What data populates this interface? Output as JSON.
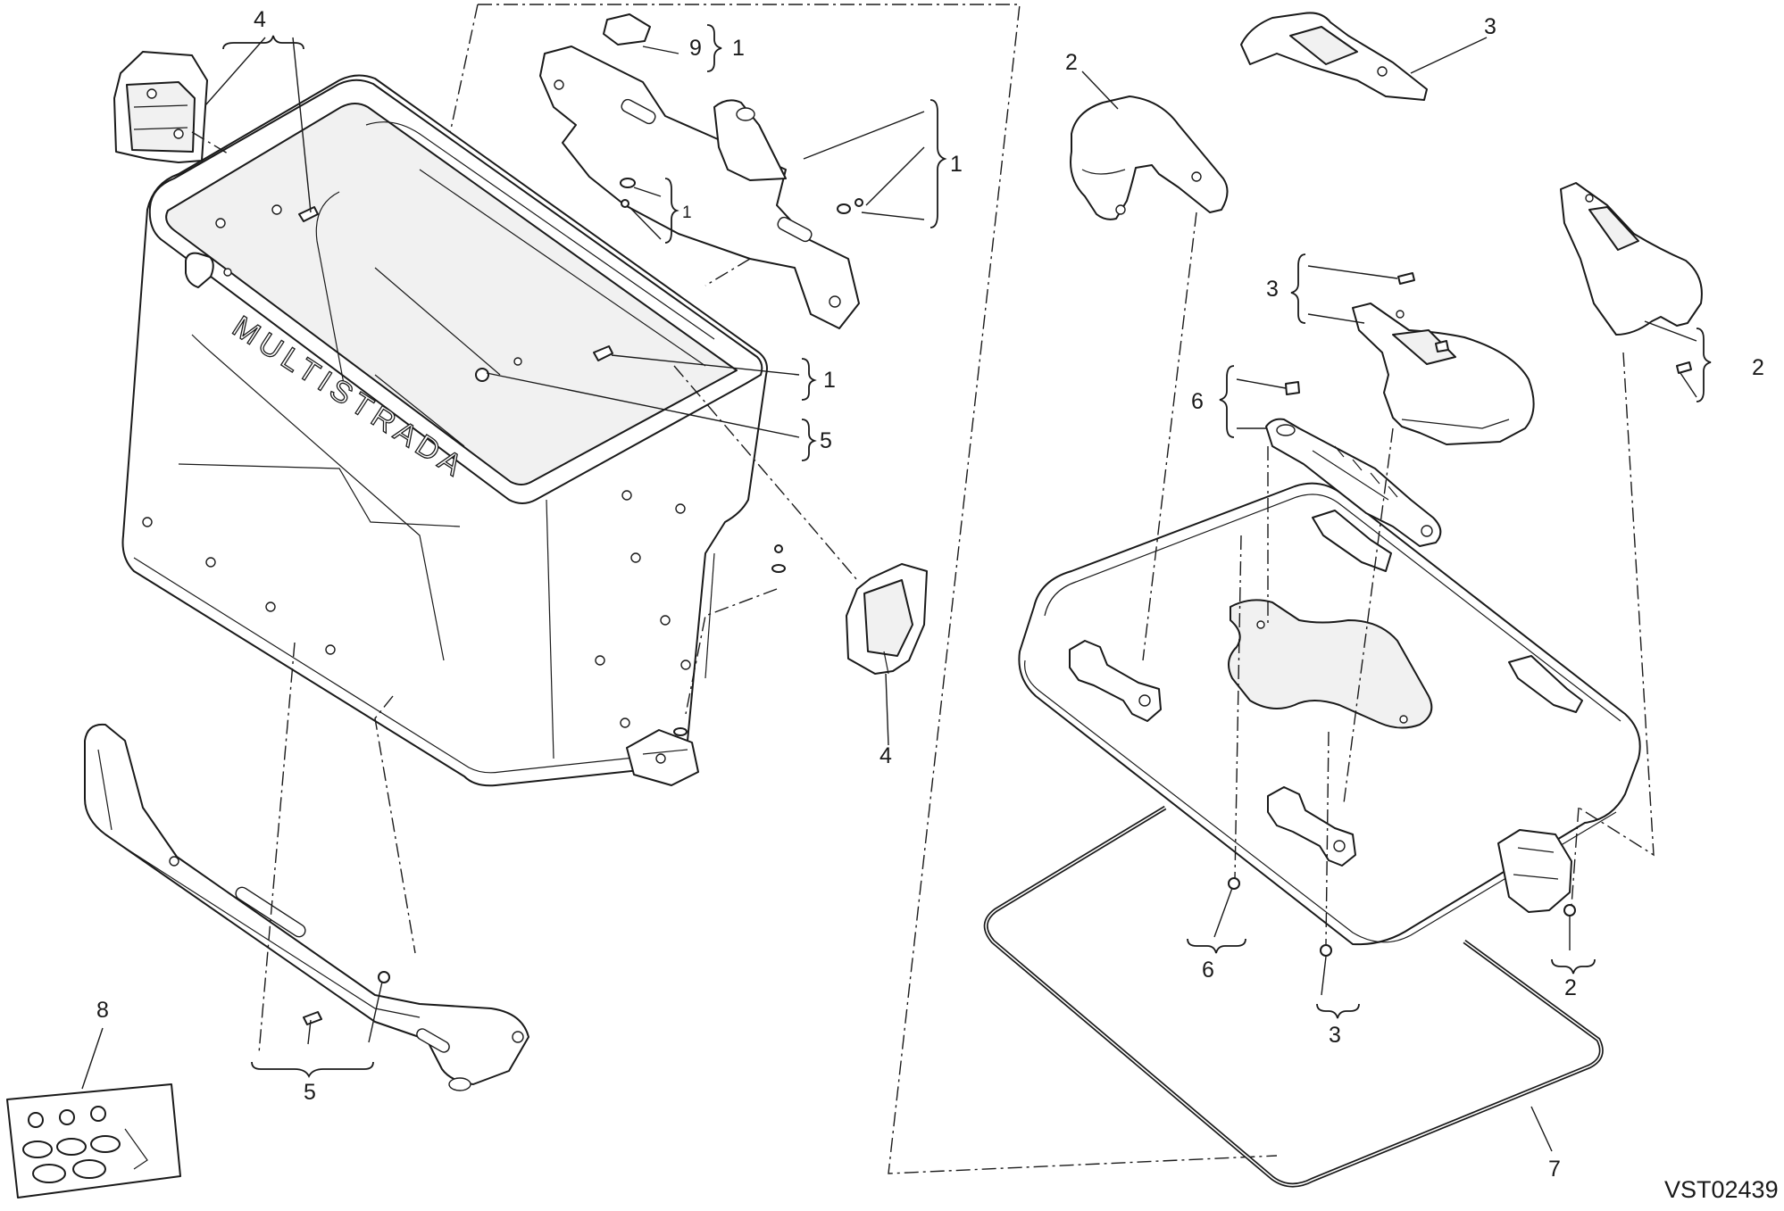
{
  "drawing_code": "VST02439",
  "callouts": {
    "c4_top_left": "4",
    "c9": "9",
    "c1_top": "1",
    "c1_right_bracket": "1",
    "c1_small_bracket": "1",
    "c1_mid": "1",
    "c5_mid": "5",
    "c4_bottom": "4",
    "c5_bottom": "5",
    "c8": "8",
    "c2_top": "2",
    "c3_top": "3",
    "c3_mid": "3",
    "c6_mid": "6",
    "c2_right": "2",
    "c6_bottom": "6",
    "c3_bottom": "3",
    "c2_bottom": "2",
    "c7": "7"
  },
  "case_embossing": {
    "brand_text": "MULTISTRADA"
  }
}
